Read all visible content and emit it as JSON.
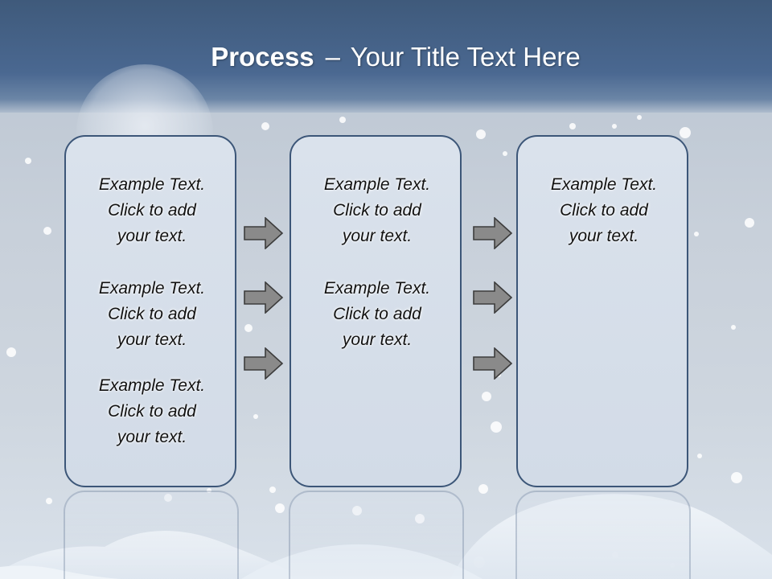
{
  "slide": {
    "title_bold": "Process",
    "title_sep": "–",
    "title_rest": "Your Title Text Here",
    "columns": [
      {
        "items": [
          {
            "line1": "Example Text.",
            "line2": "Click  to add",
            "line3": "your text."
          },
          {
            "line1": "Example Text.",
            "line2": "Click  to add",
            "line3": "your text."
          },
          {
            "line1": "Example Text.",
            "line2": "Click  to add",
            "line3": "your text."
          }
        ]
      },
      {
        "items": [
          {
            "line1": "Example Text.",
            "line2": "Click  to add",
            "line3": "your text."
          },
          {
            "line1": "Example Text.",
            "line2": "Click  to add",
            "line3": "your text."
          }
        ]
      },
      {
        "items": [
          {
            "line1": "Example Text.",
            "line2": "Click  to add",
            "line3": "your text."
          }
        ]
      }
    ]
  },
  "colors": {
    "title_bar": "#4a6891",
    "box_border": "#3c5678",
    "box_fill": "#d6deea",
    "arrow_fill": "#8a8a8a"
  },
  "icons": {
    "arrow": "right-arrow-icon"
  }
}
